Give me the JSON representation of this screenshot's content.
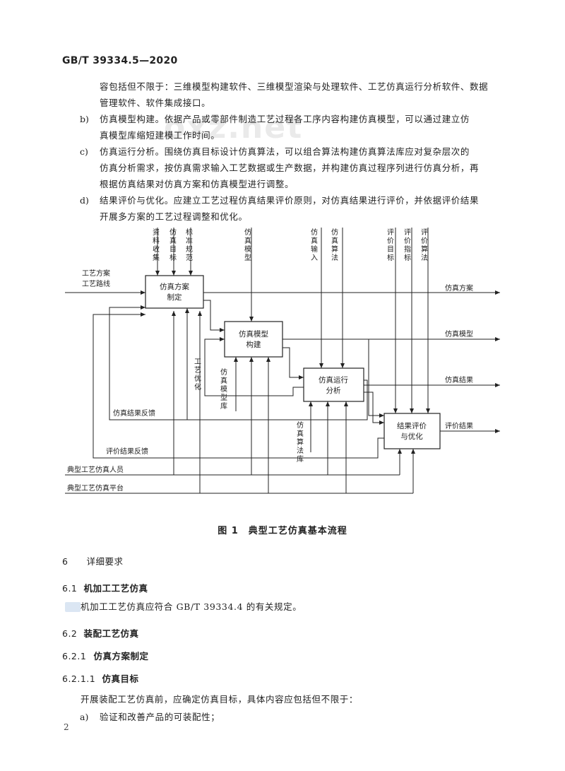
{
  "header": {
    "standard_no": "GB/T 39334.5—2020"
  },
  "watermark": "oxz.net",
  "body_top": {
    "line1": "容包括但不限于：三维模型构建软件、三维模型渲染与处理软件、工艺仿真运行分析软件、数据",
    "line2": "管理软件、软件集成接口。",
    "items": [
      {
        "mark": "b)",
        "lines": [
          "仿真模型构建。依据产品或零部件制造工艺过程各工序内容构建仿真模型，可以通过建立仿",
          "真模型库缩短建模工作时间。"
        ]
      },
      {
        "mark": "c)",
        "lines": [
          "仿真运行分析。围绕仿真目标设计仿真算法，可以组合算法构建仿真算法库应对复杂层次的",
          "仿真分析需求，按仿真需求输入工艺数据或生产数据，并构建仿真过程序列进行仿真分析，再",
          "根据仿真结果对仿真方案和仿真模型进行调整。"
        ]
      },
      {
        "mark": "d)",
        "lines": [
          "结果评价与优化。应建立工艺过程仿真结果评价原则，对仿真结果进行评价，并依据评价结果",
          "开展多方案的工艺过程调整和优化。"
        ]
      }
    ]
  },
  "diagram": {
    "boxes": {
      "plan": [
        "仿真方案",
        "制定"
      ],
      "model": [
        "仿真模型",
        "构建"
      ],
      "run": [
        "仿真运行",
        "分析"
      ],
      "eval": [
        "结果评价",
        "与优化"
      ]
    },
    "top_inputs": {
      "data_collection": "资料收集",
      "sim_goal": "仿真目标",
      "std_norms": "标准规范",
      "sim_model": "仿真模型",
      "sim_input": "仿真输入",
      "sim_algorithm": "仿真算法",
      "eval_goal": "评价目标",
      "eval_index": "评价指标",
      "eval_algorithm": "评价算法"
    },
    "left_inputs": {
      "process_plan": "工艺方案",
      "process_route": "工艺路线"
    },
    "outputs": {
      "plan": "仿真方案",
      "model": "仿真模型",
      "result": "仿真结果",
      "eval": "评价结果"
    },
    "inner": {
      "process_opt": "工艺优化",
      "model_lib": "仿真模型库",
      "algo_lib": "仿真算法库",
      "sim_feedback": "仿真结果反馈",
      "eval_feedback": "评价结果反馈"
    },
    "mechanisms": {
      "staff": "典型工艺仿真人员",
      "platform": "典型工艺仿真平台"
    }
  },
  "figure_caption": "图 1　典型工艺仿真基本流程",
  "sections": [
    {
      "num": "6",
      "title": "详细要求"
    },
    {
      "num": "6.1",
      "title": "机加工工艺仿真"
    },
    {
      "num": "6.2",
      "title": "装配工艺仿真"
    },
    {
      "num": "6.2.1",
      "title": "仿真方案制定"
    },
    {
      "num": "6.2.1.1",
      "title": "仿真目标"
    }
  ],
  "para_61": "机加工工艺仿真应符合 GB/T 39334.4 的有关规定。",
  "para_6211": "开展装配工艺仿真前，应确定仿真目标，具体内容应包括但不限于：",
  "item_a": {
    "mark": "a)",
    "text": "验证和改善产品的可装配性；"
  },
  "page_number": "2"
}
